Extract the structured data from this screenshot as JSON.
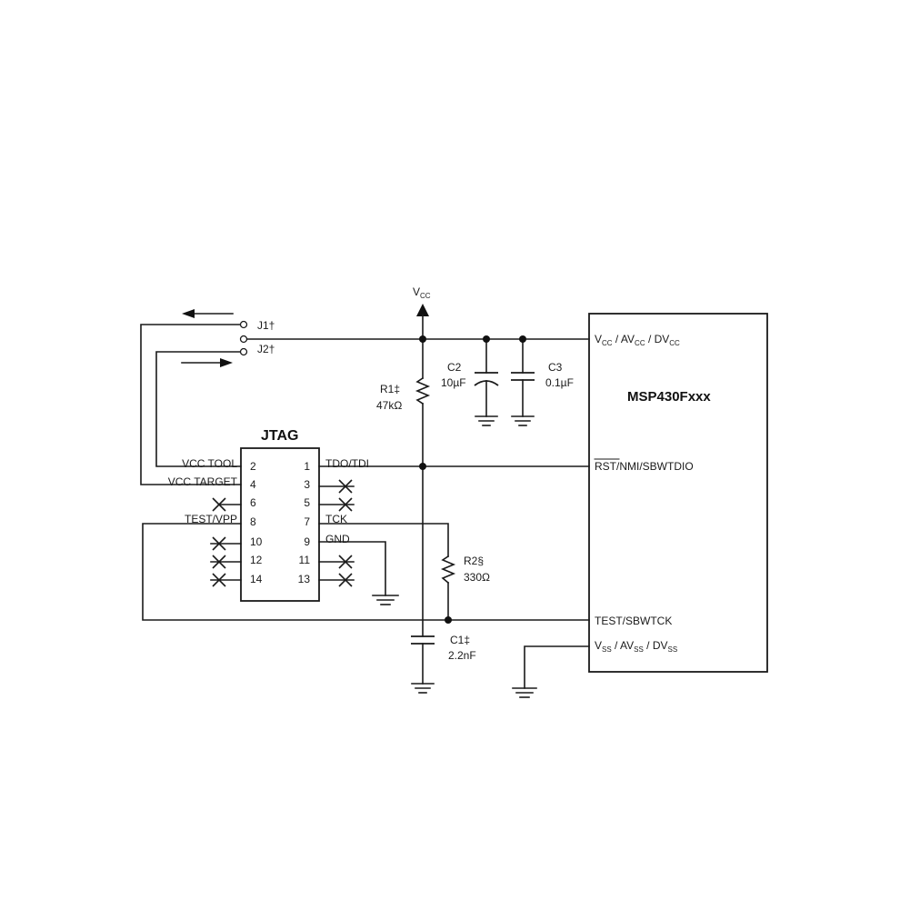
{
  "title_jtag": "JTAG",
  "chip": {
    "name": "MSP430Fxxx",
    "pin_vcc": {
      "a": "V",
      "a_sub": "CC",
      "b": " / AV",
      "b_sub": "CC",
      "c": " / DV",
      "c_sub": "CC"
    },
    "pin_rst": {
      "overline": "RST",
      "rest": "/NMI/SBWTDIO"
    },
    "pin_test": "TEST/SBWTCK",
    "pin_vss": {
      "a": "V",
      "a_sub": "SS",
      "b": " / AV",
      "b_sub": "SS",
      "c": " / DV",
      "c_sub": "SS"
    }
  },
  "supply": {
    "main": "V",
    "sub": "CC"
  },
  "jumpers": {
    "j1": "J1†",
    "j2": "J2†"
  },
  "components": {
    "r1": {
      "ref": "R1‡",
      "value": "47kΩ"
    },
    "r2": {
      "ref": "R2§",
      "value": "330Ω"
    },
    "c1": {
      "ref": "C1‡",
      "value": "2.2nF"
    },
    "c2": {
      "ref": "C2",
      "value": "10µF"
    },
    "c3": {
      "ref": "C3",
      "value": "0.1µF"
    }
  },
  "jtag_left_pins": [
    {
      "num": "2",
      "label": "VCC TOOL"
    },
    {
      "num": "4",
      "label": "VCC TARGET"
    },
    {
      "num": "6",
      "label": ""
    },
    {
      "num": "8",
      "label": "TEST/VPP"
    },
    {
      "num": "10",
      "label": ""
    },
    {
      "num": "12",
      "label": ""
    },
    {
      "num": "14",
      "label": ""
    }
  ],
  "jtag_right_pins": [
    {
      "num": "1",
      "label": "TDO/TDI"
    },
    {
      "num": "3",
      "label": ""
    },
    {
      "num": "5",
      "label": ""
    },
    {
      "num": "7",
      "label": "TCK"
    },
    {
      "num": "9",
      "label": "GND"
    },
    {
      "num": "11",
      "label": ""
    },
    {
      "num": "13",
      "label": ""
    }
  ]
}
